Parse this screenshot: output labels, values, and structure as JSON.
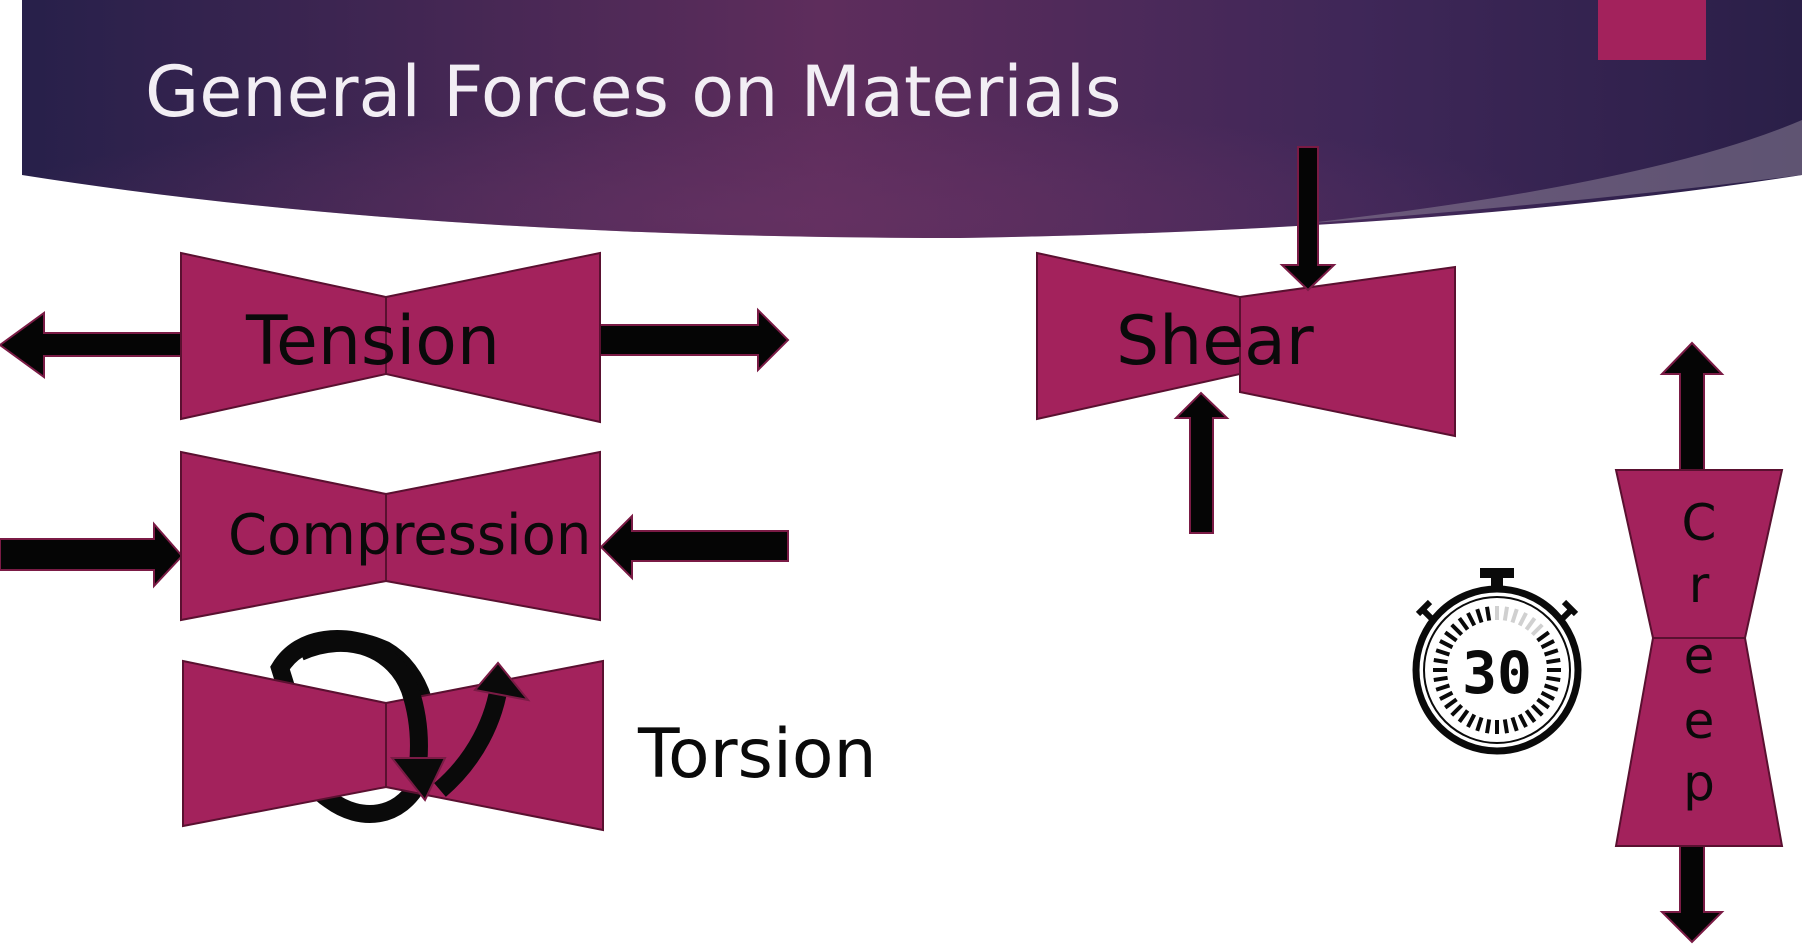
{
  "slide": {
    "title": "General Forces on Materials"
  },
  "labels": {
    "tension": "Tension",
    "compression": "Compression",
    "torsion": "Torsion",
    "shear": "Shear",
    "creep": "Creep",
    "creep_letters": [
      "C",
      "r",
      "e",
      "e",
      "p"
    ],
    "stopwatch_value": "30"
  },
  "colors": {
    "header_dark": "#27204a",
    "header_mid": "#5e2d5c",
    "specimen_fill": "#a3225c",
    "accent_square": "#a3225c",
    "arrow_fill": "#050505",
    "title_text": "#f2eef4"
  },
  "icons": [
    "stopwatch-icon",
    "rotation-arrow-icon"
  ]
}
